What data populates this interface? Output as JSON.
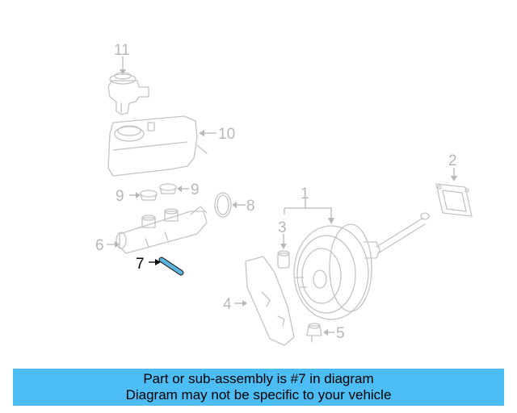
{
  "callouts": {
    "c1": "1",
    "c2": "2",
    "c3": "3",
    "c4": "4",
    "c5": "5",
    "c6": "6",
    "c7": "7",
    "c8": "8",
    "c9a": "9",
    "c9b": "9",
    "c10": "10",
    "c11": "11"
  },
  "highlighted_part": "7",
  "colors": {
    "highlight_part": "#5ab4e0",
    "banner_background": "#4dbdf5",
    "line_art": "#c4c4c4",
    "callout_text": "#b8b8b8"
  },
  "banner": {
    "line1": "Part or sub-assembly is #7 in diagram",
    "line2": "Diagram may not be specific to your vehicle"
  }
}
